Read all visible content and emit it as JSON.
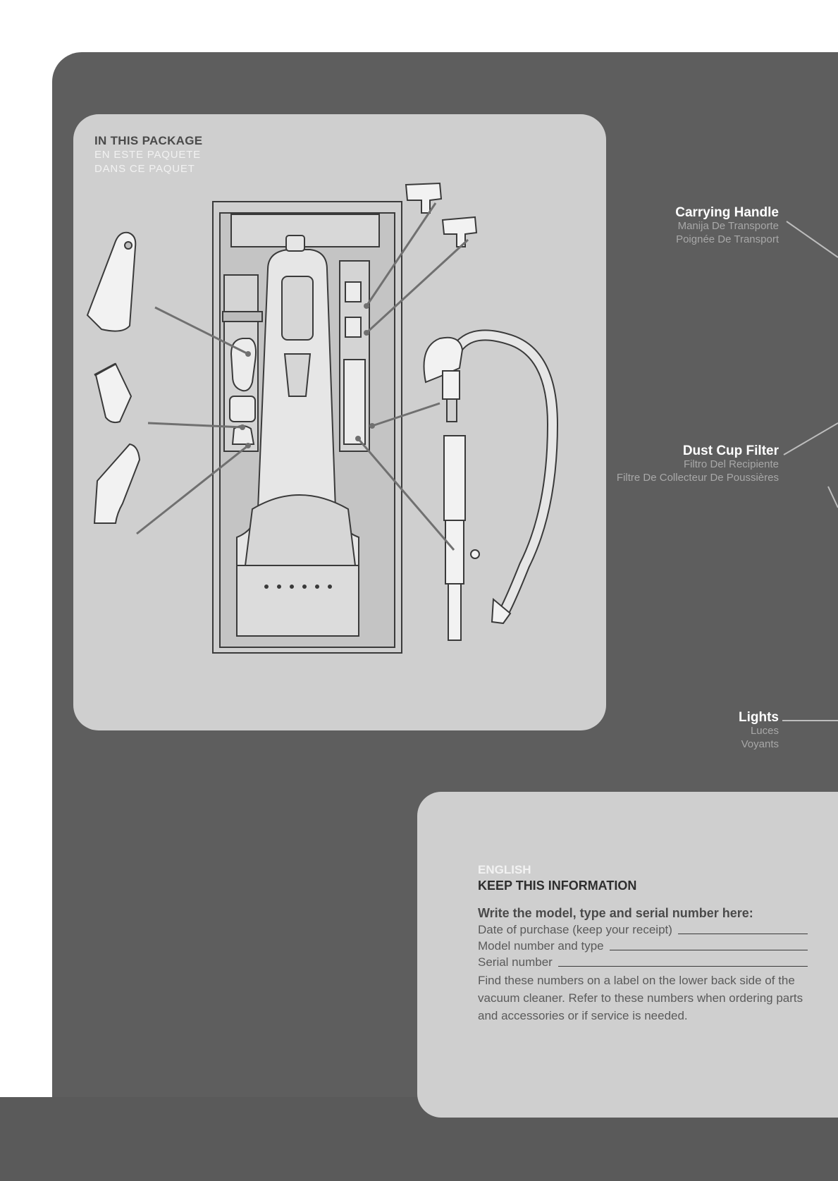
{
  "package": {
    "title": "IN THIS PACKAGE",
    "title_es": "EN ESTE PAQUETE",
    "title_fr": "DANS CE PAQUET"
  },
  "callouts": [
    {
      "label": "Carrying Handle",
      "es": "Manija De Transporte",
      "fr": "Poignée De Transport"
    },
    {
      "label": "Dust Cup Filter",
      "es": "Filtro Del Recipiente",
      "fr": "Filtre De Collecteur De Poussières"
    },
    {
      "label": "Lights",
      "es": "Luces",
      "fr": "Voyants"
    }
  ],
  "info": {
    "language": "ENGLISH",
    "heading": "KEEP THIS INFORMATION",
    "subheading": "Write the model, type and serial number here:",
    "fields": [
      {
        "label": "Date of purchase (keep your receipt)"
      },
      {
        "label": "Model number and type"
      },
      {
        "label": "Serial number"
      }
    ],
    "note": "Find these numbers on a label on the lower back side of the vacuum cleaner. Refer to these numbers when ordering parts and accessories or if service is needed."
  },
  "colors": {
    "panel": "#5e5e5e",
    "box": "#cfcfcf",
    "leader": "#707070"
  }
}
